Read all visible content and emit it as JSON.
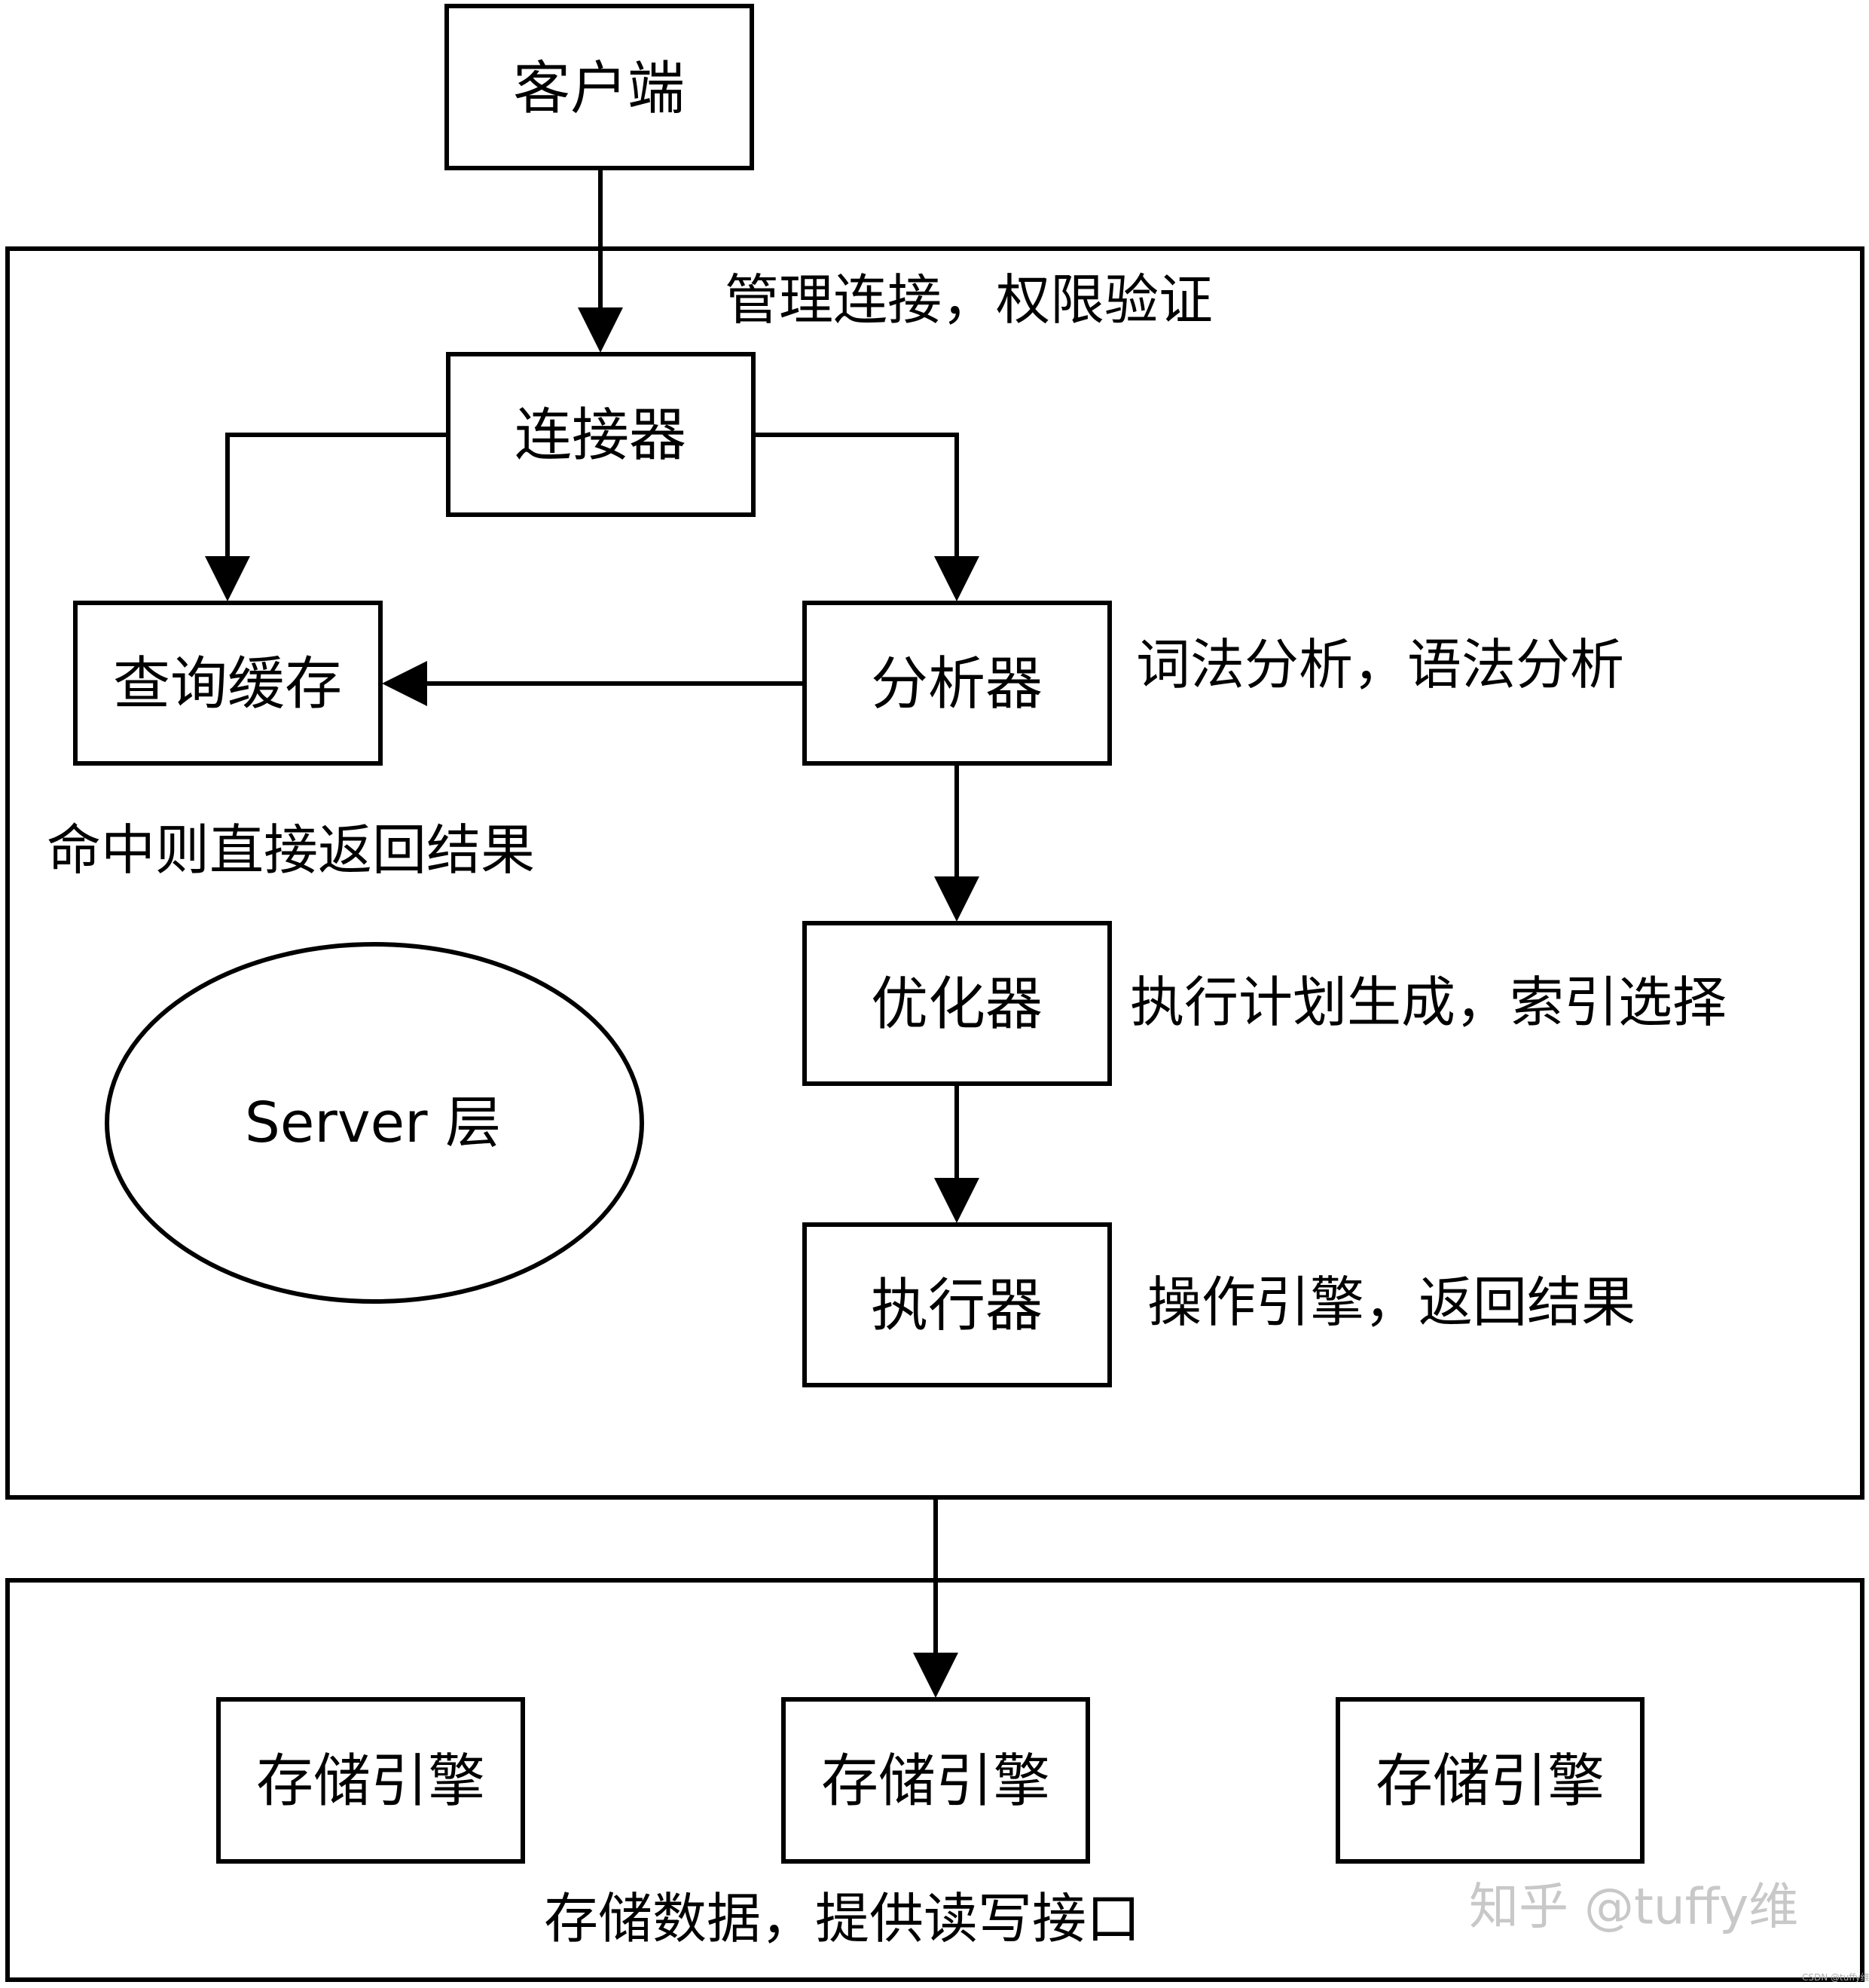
{
  "client": "客户端",
  "server_layer": {
    "label": "Server 层",
    "note_connection": "管理连接，权限验证",
    "connector": "连接器",
    "query_cache": "查询缓存",
    "cache_note": "命中则直接返回结果",
    "analyzer": "分析器",
    "analyzer_note": "词法分析，语法分析",
    "optimizer": "优化器",
    "optimizer_note": "执行计划生成，索引选择",
    "executor": "执行器",
    "executor_note": "操作引擎，返回结果"
  },
  "storage_layer": {
    "engines": [
      "存储引擎",
      "存储引擎",
      "存储引擎"
    ],
    "note": "存储数据，提供读写接口"
  },
  "watermark": "知乎 @tuffy维",
  "corner_mark": "CSDN @tuffy维",
  "colors": {
    "stroke": "#000000",
    "background": "#ffffff",
    "watermark": "#c8c8c8"
  }
}
